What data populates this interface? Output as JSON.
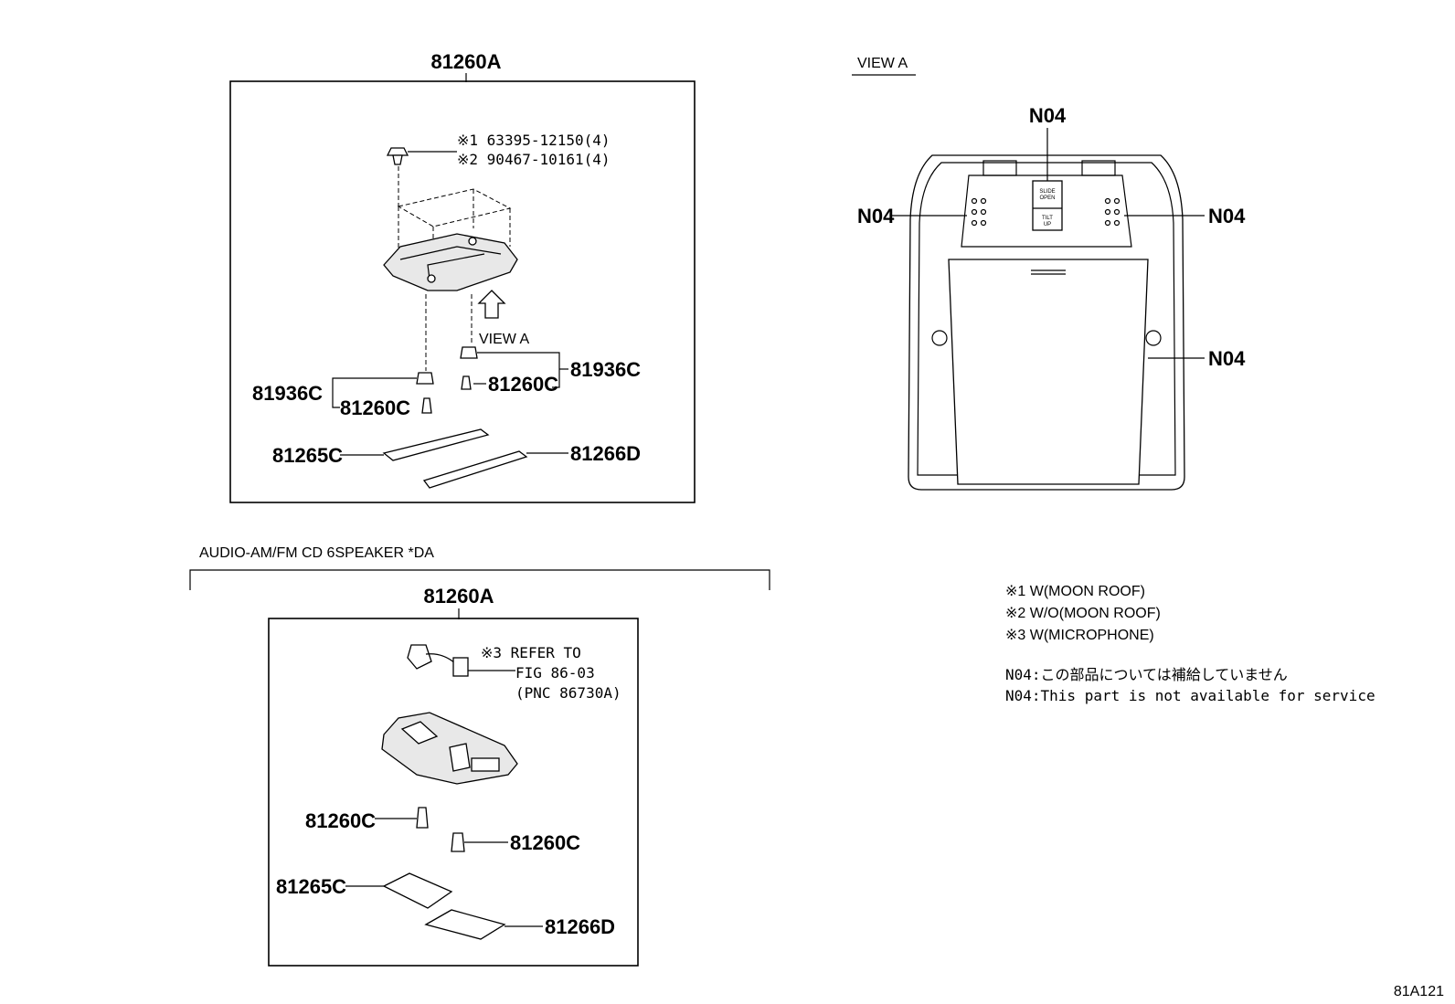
{
  "top_assembly": {
    "title": "81260A",
    "screw_note_1": "※1 63395-12150(4)",
    "screw_note_2": "※2 90467-10161(4)",
    "view_label": "VIEW A",
    "left_socket": "81936C",
    "left_bulb": "81260C",
    "right_socket": "81936C",
    "right_bulb": "81260C",
    "left_lens": "81265C",
    "right_lens": "81266D"
  },
  "view_a": {
    "title": "VIEW A",
    "label_top": "N04",
    "label_left": "N04",
    "label_right": "N04",
    "label_right_lower": "N04",
    "button_top": "SLIDE",
    "button_bottom": "OPEN",
    "button_tilt_1": "TILT",
    "button_tilt_2": "UP"
  },
  "bottom_section": {
    "header": "AUDIO-AM/FM CD 6SPEAKER *DA",
    "title": "81260A",
    "refer_1": "※3 REFER TO",
    "refer_2": "FIG 86-03",
    "refer_3": "(PNC 86730A)",
    "left_bulb": "81260C",
    "right_bulb": "81260C",
    "left_lens": "81265C",
    "right_lens": "81266D"
  },
  "notes": {
    "note_1": "※1 W(MOON ROOF)",
    "note_2": "※2 W/O(MOON ROOF)",
    "note_3": "※3 W(MICROPHONE)",
    "n04_jp": "N04:この部品については補給していません",
    "n04_en": "N04:This part is not available for service"
  },
  "figure_id": "81A121"
}
